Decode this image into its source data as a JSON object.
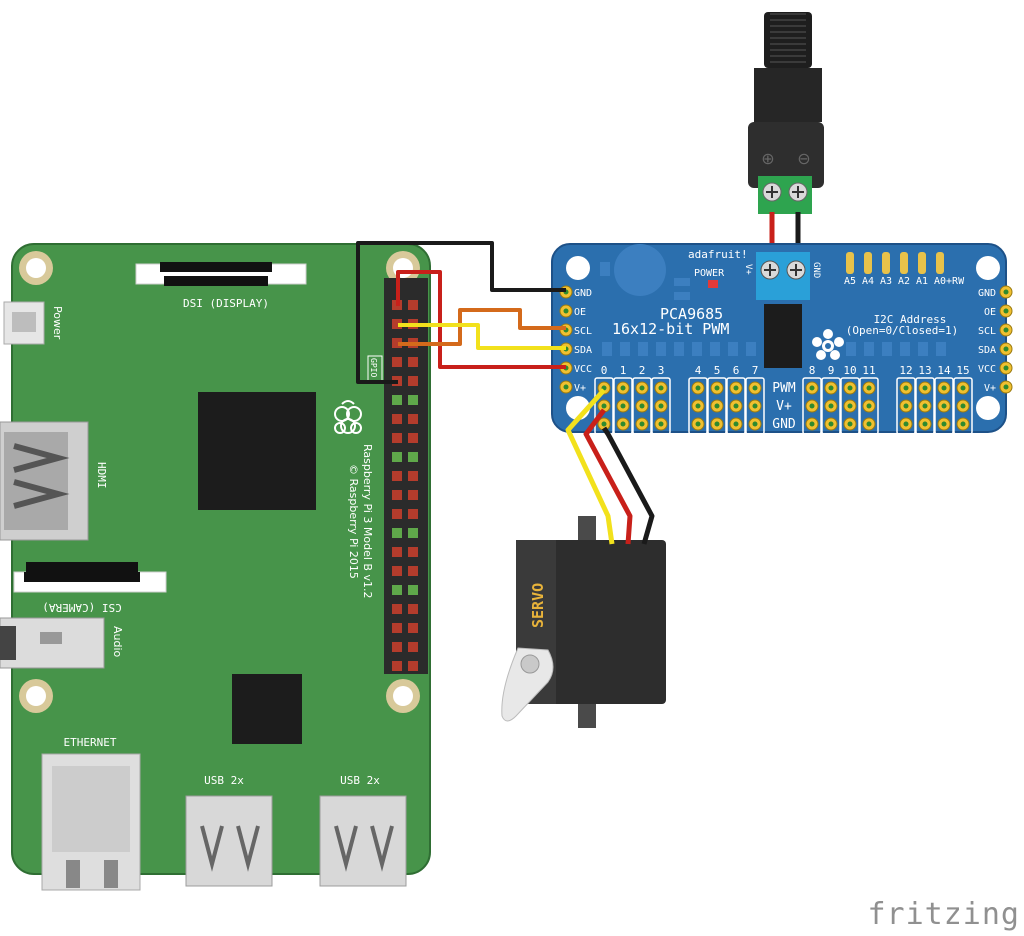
{
  "rpi": {
    "power_label": "Power",
    "dsi_label": "DSI (DISPLAY)",
    "hdmi_label": "HDMI",
    "csi_label": "CSI (CAMERA)",
    "audio_label": "Audio",
    "ethernet_label": "ETHERNET",
    "usb_label_1": "USB 2x",
    "usb_label_2": "USB 2x",
    "model_line1": "Raspberry Pi 3 Model B v1.2",
    "model_line2": "© Raspberry Pi 2015",
    "gpio_label": "GPIO"
  },
  "pca": {
    "brand": "adafruit!",
    "power_led_label": "POWER",
    "title_line1": "PCA9685",
    "title_line2": "16x12-bit PWM",
    "i2c_line1": "I2C Address",
    "i2c_line2": "(Open=0/Closed=1)",
    "addr_labels": [
      "A5",
      "A4",
      "A3",
      "A2",
      "A1",
      "A0+RW"
    ],
    "left_pins": [
      "GND",
      "OE",
      "SCL",
      "SDA",
      "VCC",
      "V+"
    ],
    "right_pins": [
      "GND",
      "OE",
      "SCL",
      "SDA",
      "VCC",
      "V+"
    ],
    "channels": [
      "0",
      "1",
      "2",
      "3",
      "4",
      "5",
      "6",
      "7",
      "8",
      "9",
      "10",
      "11",
      "12",
      "13",
      "14",
      "15"
    ],
    "row_labels": [
      "PWM",
      "V+",
      "GND"
    ],
    "terminal_plus": "V+",
    "terminal_gnd": "GND"
  },
  "servo": {
    "label": "SERVO"
  },
  "colors": {
    "pcb_green": "#47944a",
    "pca_blue": "#2b6fae",
    "wire_black": "#1a1a1a",
    "wire_red": "#c8201a",
    "wire_orange": "#d46a1b",
    "wire_yellow": "#f2e11c"
  },
  "footer": {
    "brand": "fritzing"
  }
}
